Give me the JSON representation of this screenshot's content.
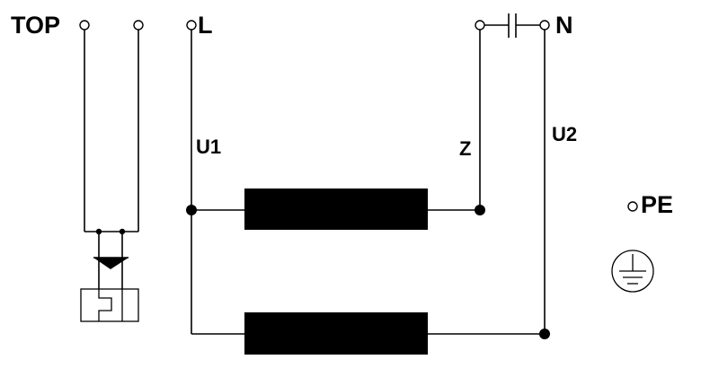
{
  "labels": {
    "top": "TOP",
    "line": "L",
    "neutral": "N",
    "u1": "U1",
    "u2": "U2",
    "z": "Z",
    "pe": "PE"
  },
  "colors": {
    "ink": "#000000",
    "background": "#ffffff"
  },
  "icons": {
    "ground": "protective-earth-icon",
    "thermal_protector": "thermal-protector-icon",
    "capacitor": "capacitor-icon"
  }
}
